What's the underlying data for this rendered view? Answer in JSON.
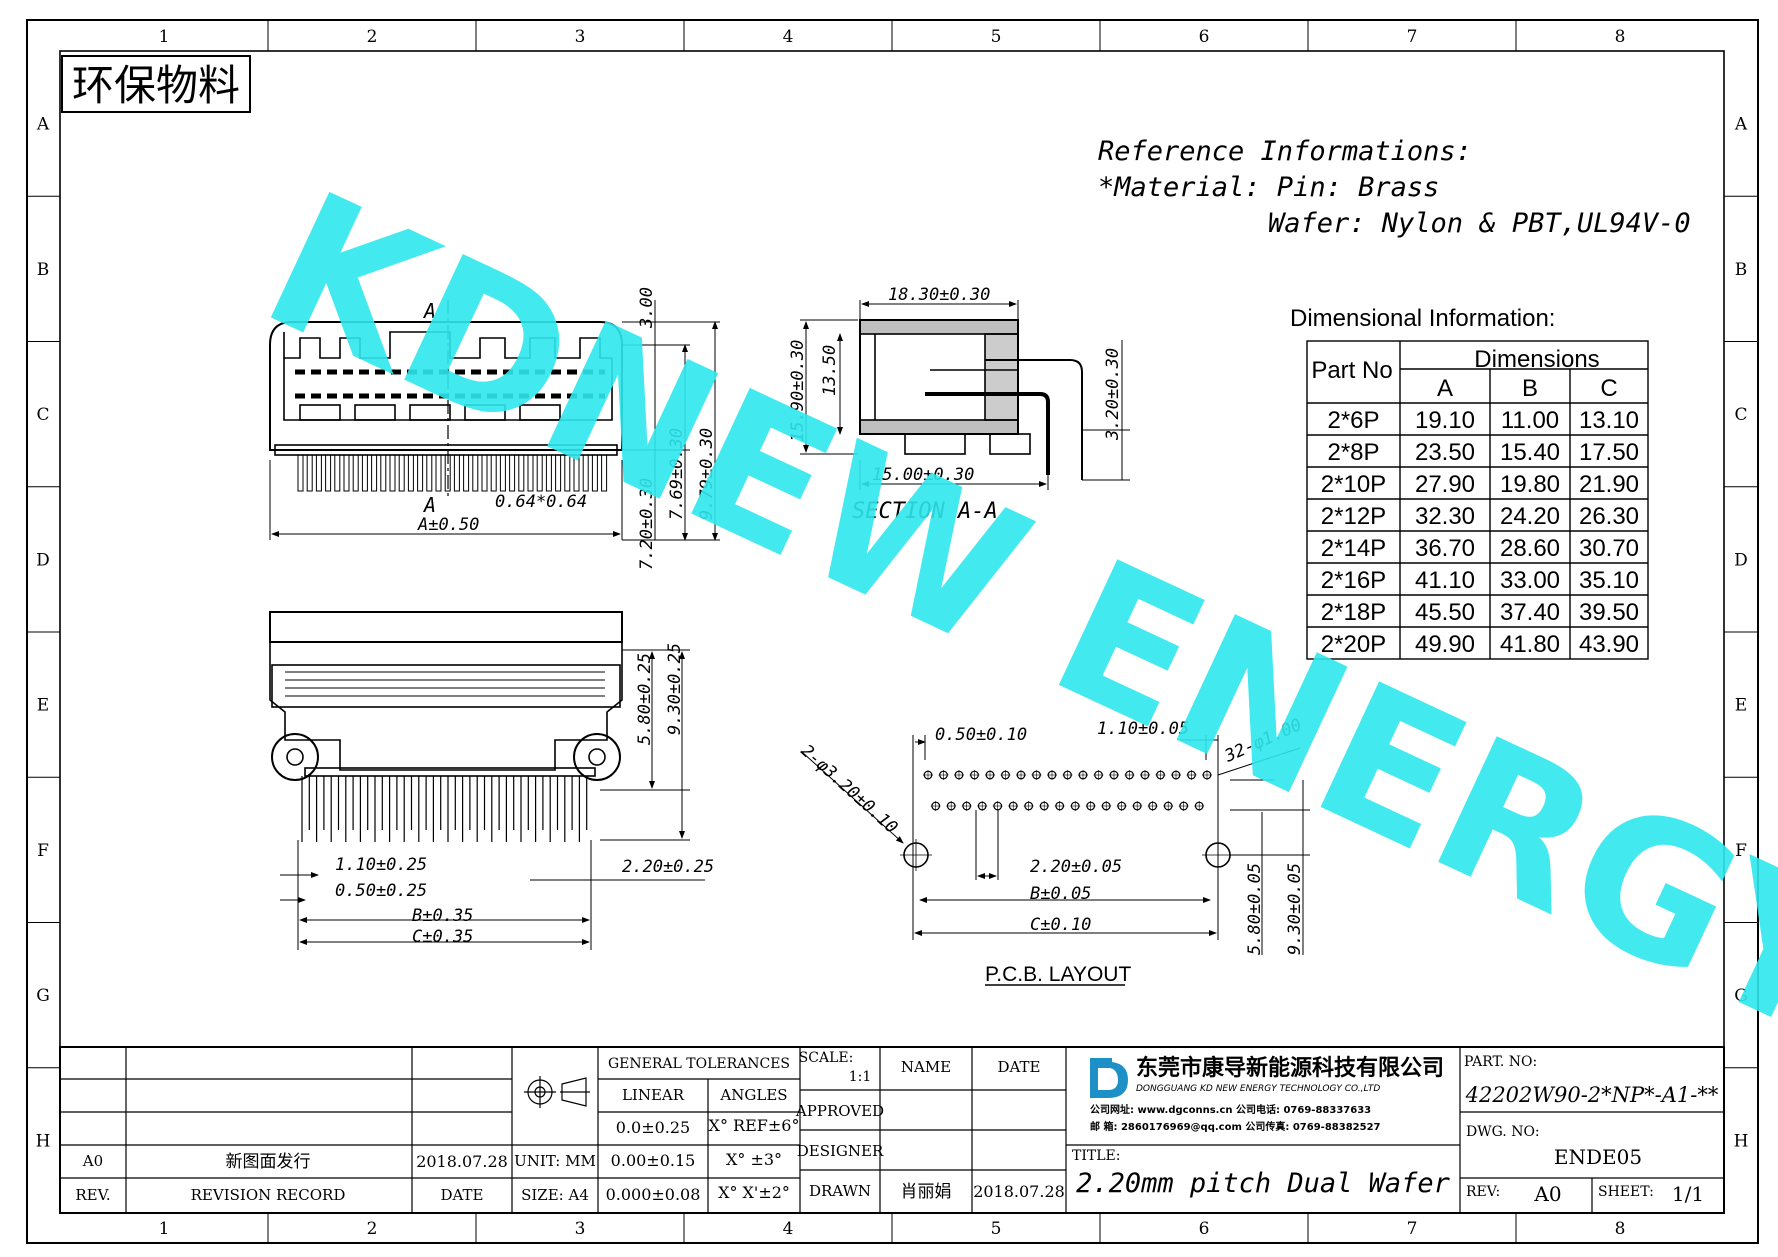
{
  "env_label": "环保物料",
  "grid": {
    "cols": [
      "1",
      "2",
      "3",
      "4",
      "5",
      "6",
      "7",
      "8"
    ],
    "rows": [
      "A",
      "B",
      "C",
      "D",
      "E",
      "F",
      "G",
      "H"
    ]
  },
  "reference": {
    "line1": "Reference Informations:",
    "line2": "*Material: Pin: Brass",
    "line3": "Wafer: Nylon & PBT,UL94V-0"
  },
  "watermark": "KDNEW ENERGY",
  "dim_table": {
    "title": "Dimensional Information:",
    "part_header": "Part No",
    "dims_header": "Dimensions",
    "cols": [
      "A",
      "B",
      "C"
    ],
    "rows": [
      {
        "part": "2*6P",
        "a": "19.10",
        "b": "11.00",
        "c": "13.10"
      },
      {
        "part": "2*8P",
        "a": "23.50",
        "b": "15.40",
        "c": "17.50"
      },
      {
        "part": "2*10P",
        "a": "27.90",
        "b": "19.80",
        "c": "21.90"
      },
      {
        "part": "2*12P",
        "a": "32.30",
        "b": "24.20",
        "c": "26.30"
      },
      {
        "part": "2*14P",
        "a": "36.70",
        "b": "28.60",
        "c": "30.70"
      },
      {
        "part": "2*16P",
        "a": "41.10",
        "b": "33.00",
        "c": "35.10"
      },
      {
        "part": "2*18P",
        "a": "45.50",
        "b": "37.40",
        "c": "39.50"
      },
      {
        "part": "2*20P",
        "a": "49.90",
        "b": "41.80",
        "c": "43.90"
      }
    ]
  },
  "front_view": {
    "a_top": "A",
    "a_bottom": "A",
    "pin_size": "0.64*0.64",
    "dim_a": "A±0.50",
    "h1": "3.00",
    "h2": "7.20±0.30",
    "h3": "7.69±0.30",
    "h4": "9.79±0.30"
  },
  "section": {
    "label": "SECTION A-A",
    "w_top": "18.30±0.30",
    "w_bottom": "15.00±0.30",
    "h_total": "15.90±0.30",
    "h_inner": "13.50",
    "h_pin": "3.20±0.30"
  },
  "bottom_view": {
    "p1": "1.10±0.25",
    "p2": "0.50±0.25",
    "p3": "2.20±0.25",
    "b": "B±0.35",
    "c": "C±0.35",
    "h1": "5.80±0.25",
    "h2": "9.30±0.25"
  },
  "pcb": {
    "title": "P.C.B. LAYOUT",
    "d1": "0.50±0.10",
    "d2": "1.10±0.05",
    "holes_small": "32-φ1.00",
    "holes_big": "2-φ3.20±0.10",
    "pitch": "2.20±0.05",
    "b": "B±0.05",
    "c": "C±0.10",
    "h1": "5.80±0.05",
    "h2": "9.30±0.05"
  },
  "title_block": {
    "rev_code": "A0",
    "rev_desc": "新图面发行",
    "rev_date": "2018.07.28",
    "rev_label": "REV.",
    "rev_record_label": "REVISION RECORD",
    "date_label": "DATE",
    "general_tol": "GENERAL TOLERANCES",
    "linear": "LINEAR",
    "angles": "ANGLES",
    "tol_lin1": "0.0±0.25",
    "tol_ang1": "X° REF±6°",
    "tol_lin2": "0.00±0.15",
    "tol_ang2": "X° ±3°",
    "tol_lin3": "0.000±0.08",
    "tol_ang3": "X° X'±2°",
    "unit": "UNIT: MM",
    "size": "SIZE: A4",
    "scale_label": "SCALE:",
    "scale_val": "1:1",
    "name_label": "NAME",
    "date2_label": "DATE",
    "approved": "APPROVED",
    "designer": "DESIGNER",
    "drawn": "DRAWN",
    "drawn_name": "肖丽娟",
    "drawn_date": "2018.07.28",
    "company_cn": "东莞市康导新能源科技有限公司",
    "company_en": "DONGGUANG KD NEW ENERGY TECHNOLOGY CO.,LTD",
    "contact1": "公司网址: www.dgconns.cn   公司电话: 0769-88337633",
    "contact2": "邮  箱: 2860176969@qq.com  公司传真: 0769-88382527",
    "title_label": "TITLE:",
    "title": "2.20mm pitch Dual Wafer",
    "part_no_label": "PART. NO:",
    "part_no": "42202W90-2*NP*-A1-**",
    "dwg_label": "DWG. NO:",
    "dwg_no": "ENDE05",
    "rev2_label": "REV:",
    "rev2": "A0",
    "sheet_label": "SHEET:",
    "sheet": "1/1"
  },
  "colors": {
    "watermark": "#2ee8ee",
    "logo": "#1e90c8"
  }
}
